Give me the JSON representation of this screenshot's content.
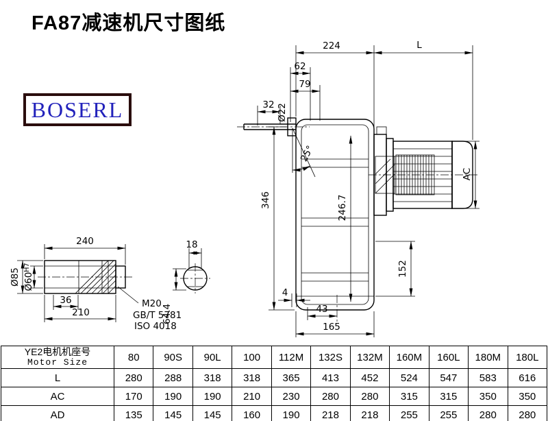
{
  "title": "FA87减速机尺寸图纸",
  "logo_text": "BOSERL",
  "dims": {
    "top_width": "224",
    "motor_length": "L",
    "d62": "62",
    "d79": "79",
    "d32": "32",
    "shaft_dia": "Ø22",
    "angle": "25°",
    "d346": "346",
    "d246_7": "246.7",
    "motor_dia": "AC",
    "d152": "152",
    "d4": "4",
    "d43": "43",
    "d165": "165",
    "d240": "240",
    "d18": "18",
    "dia85": "Ø85",
    "dia60": "Ø60",
    "dia60_tol": "H7",
    "d36": "36",
    "d210": "210",
    "thread": "M20",
    "std1": "GB/T 5781",
    "std2": "ISO 4018",
    "d64_4": "64.4"
  },
  "table": {
    "header_cn": "YE2电机机座号",
    "header_en": "Motor Size",
    "columns": [
      "80",
      "90S",
      "90L",
      "100",
      "112M",
      "132S",
      "132M",
      "160M",
      "160L",
      "180M",
      "180L"
    ],
    "rows": [
      {
        "label": "L",
        "values": [
          "280",
          "288",
          "318",
          "318",
          "365",
          "413",
          "452",
          "524",
          "547",
          "583",
          "616"
        ]
      },
      {
        "label": "AC",
        "values": [
          "170",
          "190",
          "190",
          "210",
          "230",
          "280",
          "280",
          "315",
          "315",
          "350",
          "350"
        ]
      },
      {
        "label": "AD",
        "values": [
          "135",
          "145",
          "145",
          "160",
          "190",
          "218",
          "218",
          "255",
          "255",
          "280",
          "280"
        ]
      }
    ]
  }
}
